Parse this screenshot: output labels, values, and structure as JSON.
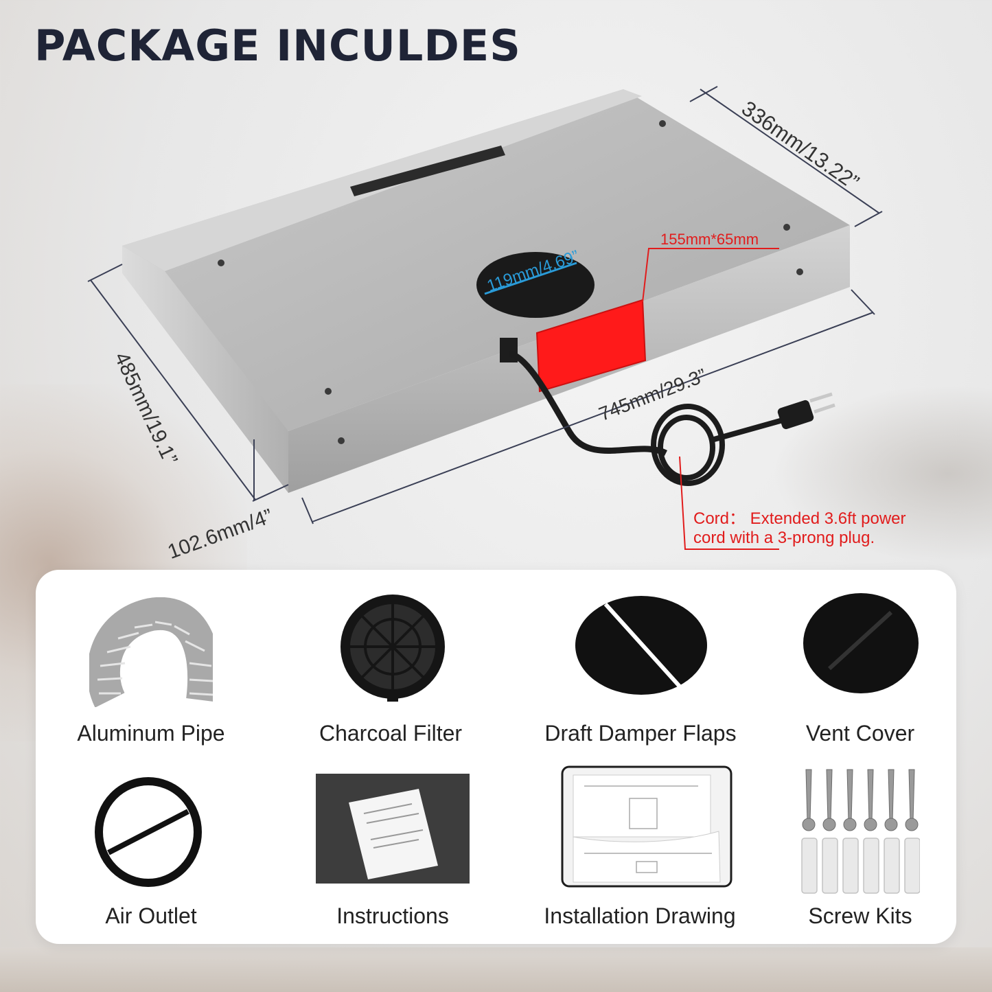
{
  "title": "PACKAGE INCULDES",
  "dimensions": {
    "depth": "336mm/13.22”",
    "width": "485mm/19.1”",
    "length": "745mm/29.3”",
    "height": "102.6mm/4”",
    "duct": "119mm/4.69”",
    "label_size": "155mm*65mm"
  },
  "cord_note": {
    "line1": "Cord： Extended 3.6ft power",
    "line2": "cord with a 3-prong plug."
  },
  "colors": {
    "title": "#1f2436",
    "callout": "#e11c1c",
    "steel": "#b9b9b9",
    "duct_blue": "#2a9bd8"
  },
  "items": [
    {
      "label": "Aluminum Pipe",
      "icon": "aluminum-pipe-icon"
    },
    {
      "label": "Charcoal Filter",
      "icon": "charcoal-filter-icon"
    },
    {
      "label": "Draft Damper Flaps",
      "icon": "damper-flaps-icon"
    },
    {
      "label": "Vent Cover",
      "icon": "vent-cover-icon"
    },
    {
      "label": "Air Outlet",
      "icon": "air-outlet-icon"
    },
    {
      "label": "Instructions",
      "icon": "instructions-icon"
    },
    {
      "label": "Installation Drawing",
      "icon": "installation-drawing-icon"
    },
    {
      "label": "Screw Kits",
      "icon": "screw-kits-icon"
    }
  ]
}
